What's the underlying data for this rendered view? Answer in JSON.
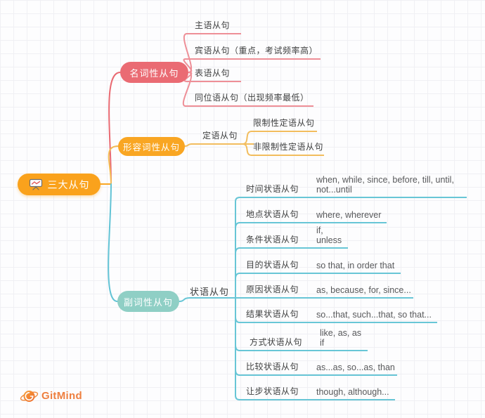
{
  "root": {
    "label": "三大从句",
    "color": "#faa21c",
    "icon": "presentation-board-icon"
  },
  "noun": {
    "label": "名词性从句",
    "color": "#ea6b73",
    "line_color": "#ee8f97",
    "children": [
      {
        "label": "主语从句"
      },
      {
        "label": "宾语从句（重点，考试频率高）"
      },
      {
        "label": "表语从句"
      },
      {
        "label": "同位语从句（出现频率最低）"
      }
    ]
  },
  "adj": {
    "label": "形容词性从句",
    "color": "#f9a623",
    "line_color": "#f2bd5e",
    "attributive": {
      "label": "定语从句"
    },
    "children": [
      {
        "label": "限制性定语从句"
      },
      {
        "label": "非限制性定语从句"
      }
    ]
  },
  "adv": {
    "label": "副词性从句",
    "color": "#8fcfc5",
    "line_color": "#68c6d6",
    "adverbial": {
      "label": "状语从句"
    },
    "rows": [
      {
        "label": "时间状语从句",
        "keywords": "when, while, since, before, till, until, not...until"
      },
      {
        "label": "地点状语从句",
        "keywords": "where, wherever"
      },
      {
        "label": "条件状语从句",
        "keywords": "if, unless"
      },
      {
        "label": "目的状语从句",
        "keywords": "so that, in order that"
      },
      {
        "label": "原因状语从句",
        "keywords": "as, because, for, since..."
      },
      {
        "label": "结果状语从句",
        "keywords": "so...that, such...that, so that..."
      },
      {
        "label": "方式状语从句",
        "keywords": "like, as, as if"
      },
      {
        "label": "比较状语从句",
        "keywords": "as...as, so...as, than"
      },
      {
        "label": "让步状语从句",
        "keywords": "though, although..."
      }
    ]
  },
  "watermark": {
    "label": "GitMind",
    "color": "#ee7f3f"
  }
}
